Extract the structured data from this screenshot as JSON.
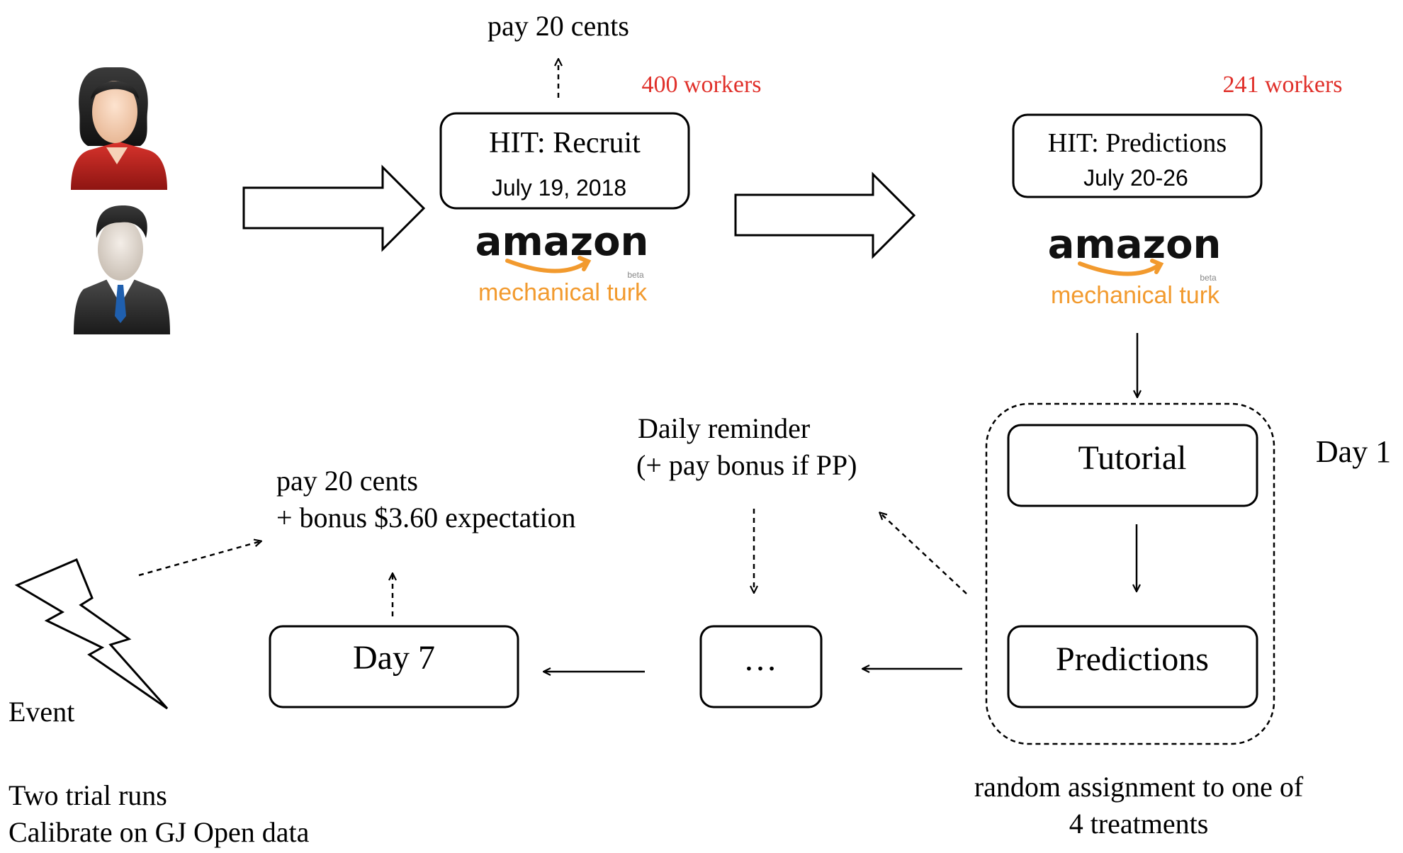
{
  "icons": {
    "female_user": "female-user-icon",
    "male_user": "male-user-icon",
    "event": "lightning-bolt-icon"
  },
  "colors": {
    "worker_count": "#e0302a",
    "mturk_orange": "#f29a2e"
  },
  "top": {
    "pay_label": "pay 20 cents",
    "recruit_workers": "400 workers",
    "recruit_title": "HIT: Recruit",
    "recruit_date": "July 19, 2018",
    "predictions_workers": "241 workers",
    "predictions_title": "HIT: Predictions",
    "predictions_date": "July 20-26"
  },
  "logo": {
    "amazon": "amazon",
    "beta": "beta",
    "mechanical_turk": "mechanical turk"
  },
  "day1": {
    "label": "Day 1",
    "tutorial": "Tutorial",
    "predictions": "Predictions",
    "note_line1": "random assignment to one of",
    "note_line2": "4 treatments"
  },
  "middle": {
    "reminder_line1": "Daily reminder",
    "reminder_line2": "(+ pay bonus if PP)",
    "ellipsis": "…"
  },
  "day7": {
    "label": "Day 7",
    "pay_line1": "pay 20 cents",
    "pay_line2": "+ bonus $3.60 expectation"
  },
  "event": {
    "label": "Event",
    "note_line1": "Two trial runs",
    "note_line2": "Calibrate on GJ Open data"
  }
}
